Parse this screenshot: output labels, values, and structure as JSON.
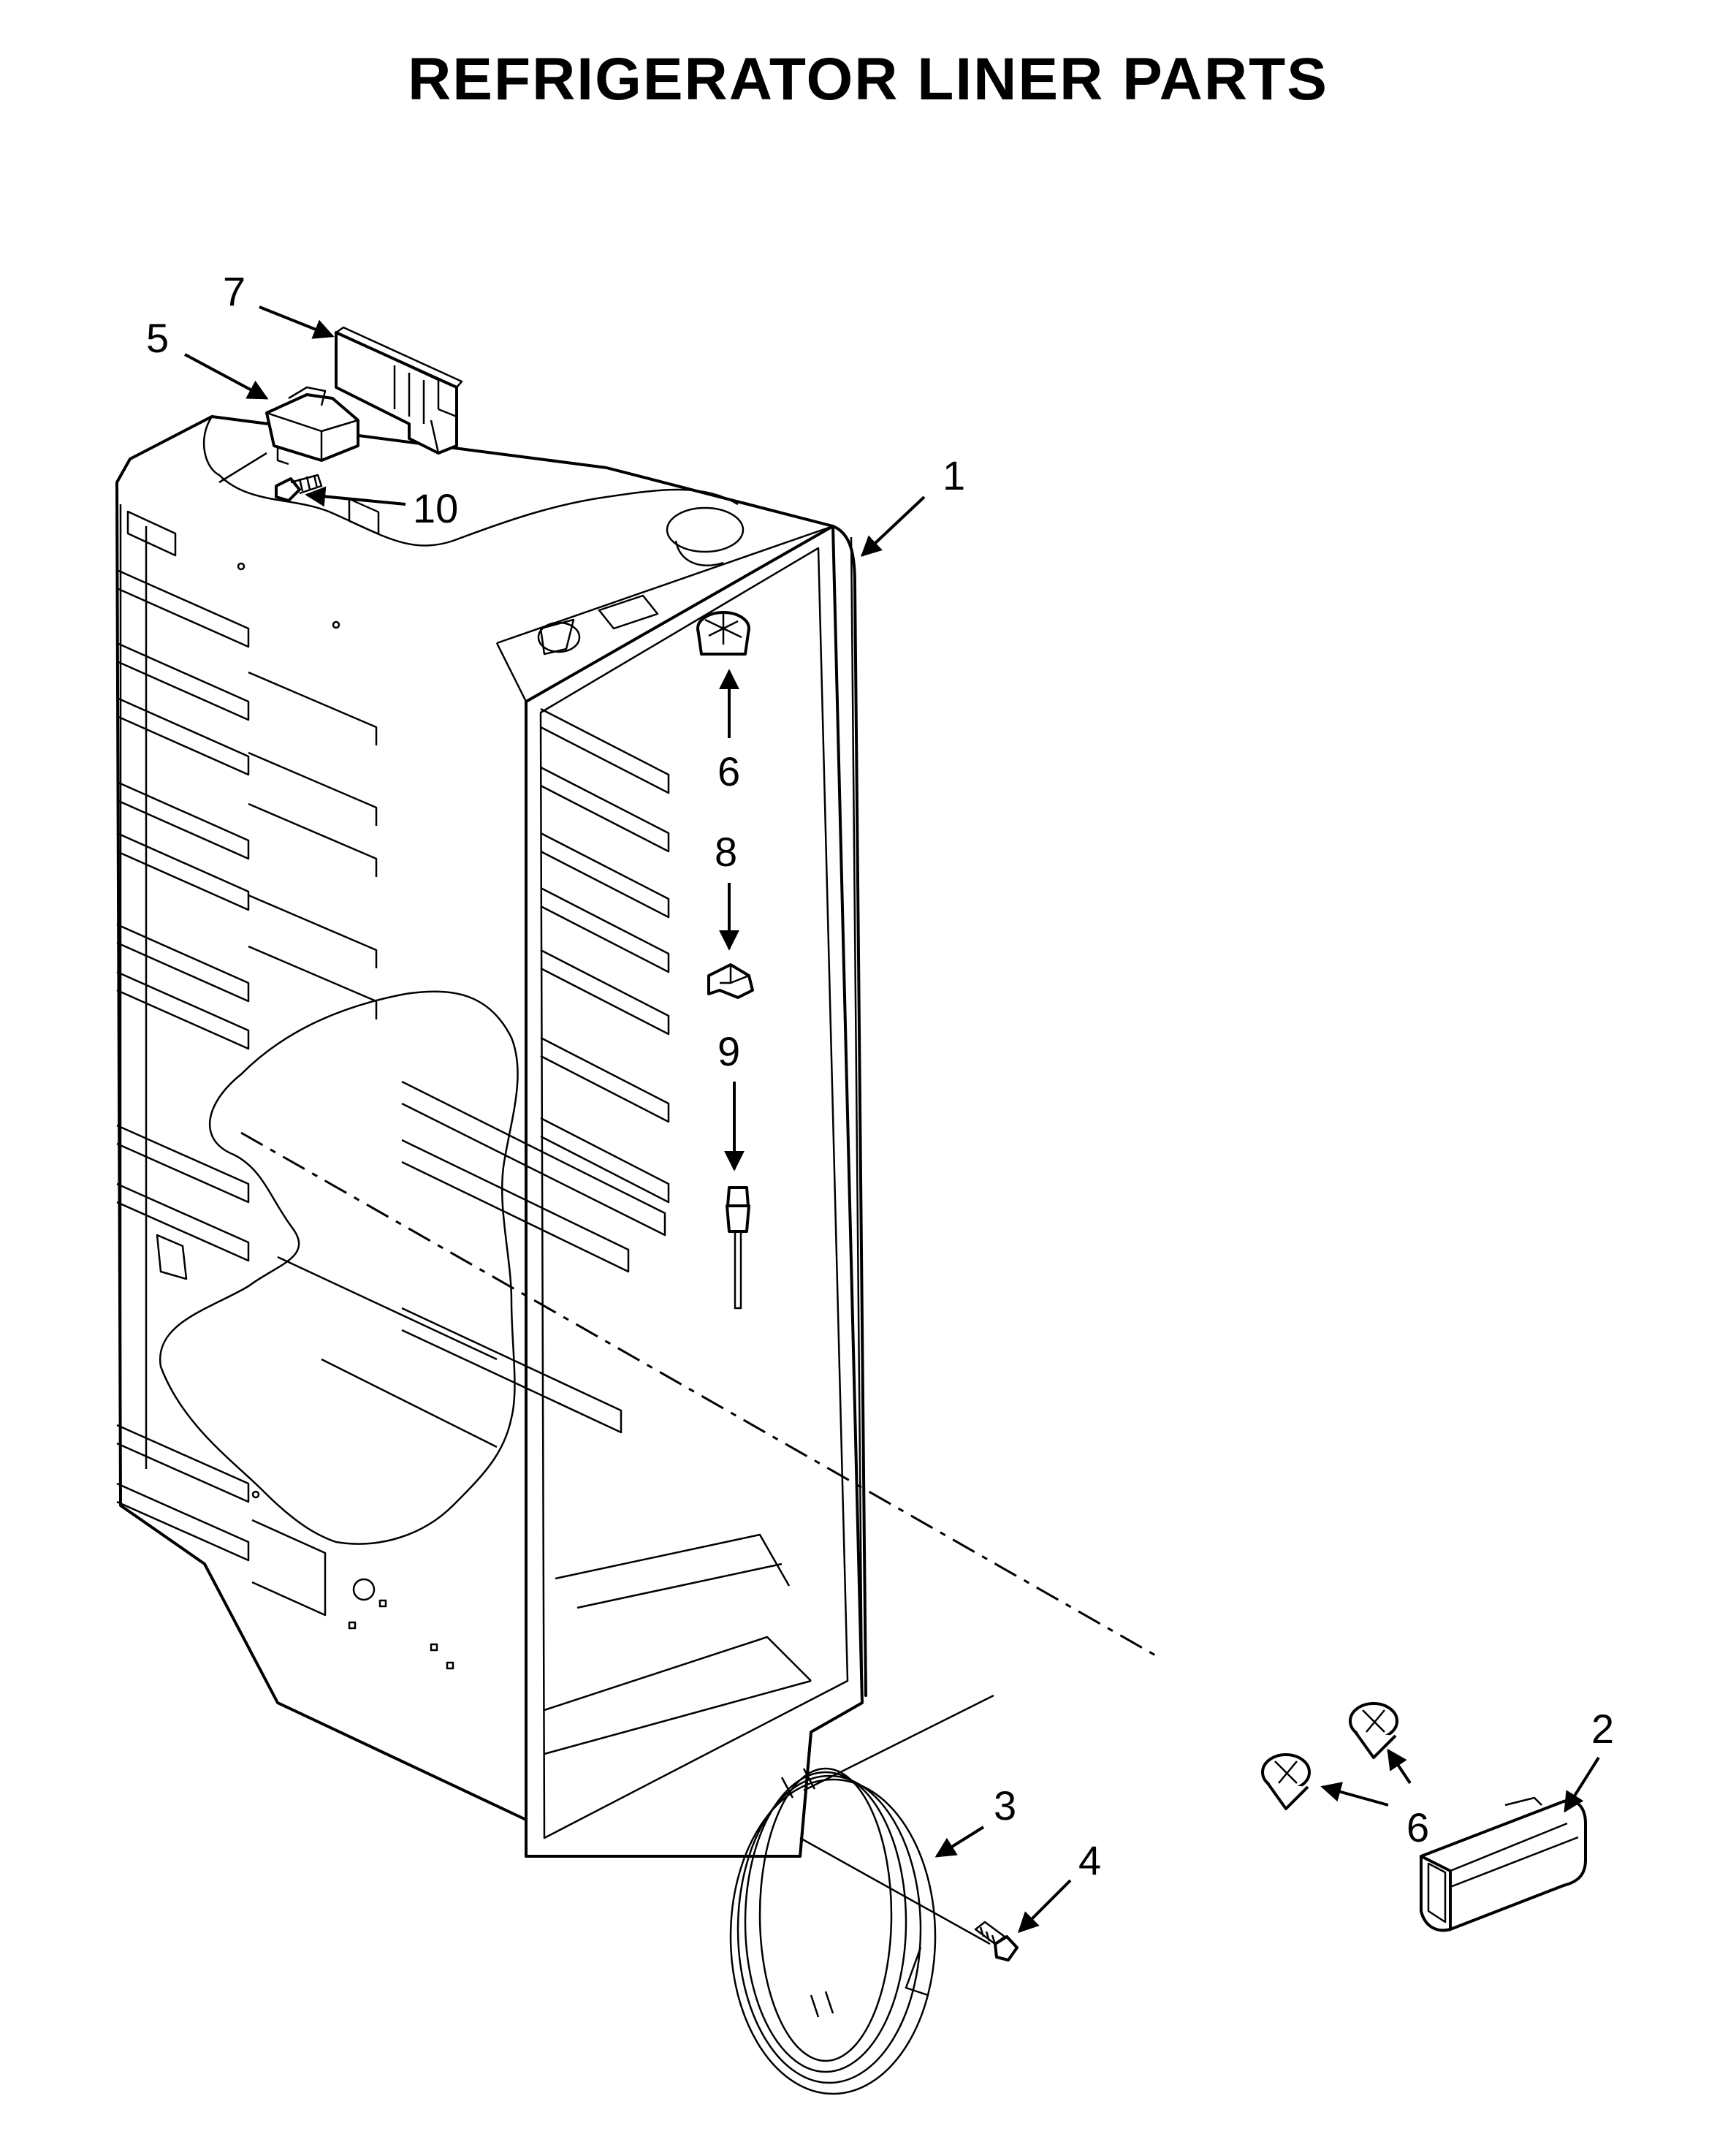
{
  "title": "REFRIGERATOR LINER PARTS",
  "callouts": {
    "c1": "1",
    "c2": "2",
    "c3": "3",
    "c4": "4",
    "c5": "5",
    "c6a": "6",
    "c6b": "6",
    "c7": "7",
    "c8": "8",
    "c9": "9",
    "c10": "10"
  },
  "colors": {
    "line": "#000000",
    "background": "#ffffff"
  }
}
